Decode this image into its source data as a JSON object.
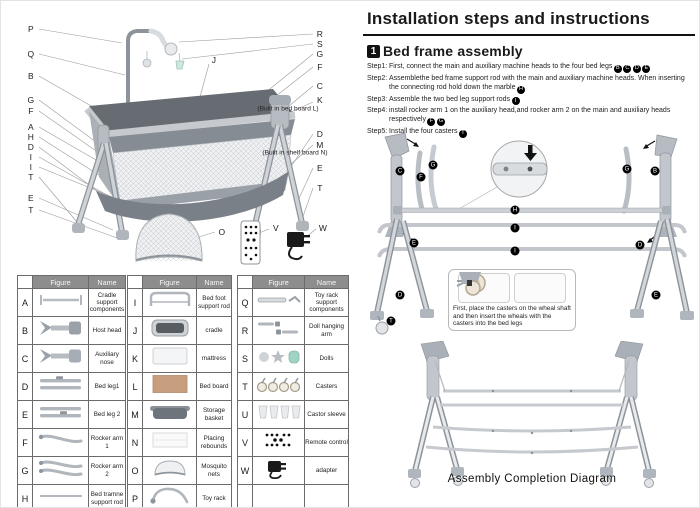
{
  "left_diagram": {
    "labels_left": [
      "P",
      "Q",
      "B",
      "G",
      "F",
      "A",
      "H",
      "D",
      "I",
      "I",
      "T",
      "E",
      "T"
    ],
    "labels_right": [
      "R",
      "S",
      "G",
      "F",
      "C",
      "K",
      "D",
      "M",
      "E",
      "T"
    ],
    "center_label": "J",
    "note_bed_board": "(Built in bed board L)",
    "note_shelf_board": "(Built in shelf board N)",
    "bottom_labels": [
      "O",
      "V",
      "W"
    ]
  },
  "parts_tables": {
    "headers": {
      "figure": "Figure",
      "name": "Name"
    },
    "table1": {
      "rows": [
        {
          "letter": "A",
          "name": "Cradle support components"
        },
        {
          "letter": "B",
          "name": "Host head"
        },
        {
          "letter": "C",
          "name": "Auxiliary nose"
        },
        {
          "letter": "D",
          "name": "Bed leg1"
        },
        {
          "letter": "E",
          "name": "Bed leg 2"
        },
        {
          "letter": "F",
          "name": "Rocker arm 1"
        },
        {
          "letter": "G",
          "name": "Rocker arm 2"
        },
        {
          "letter": "H",
          "name": "Bed tramne support rod"
        }
      ]
    },
    "table2": {
      "rows": [
        {
          "letter": "I",
          "name": "Bed foot support rod"
        },
        {
          "letter": "J",
          "name": "cradle"
        },
        {
          "letter": "K",
          "name": "mattress"
        },
        {
          "letter": "L",
          "name": "Bed board"
        },
        {
          "letter": "M",
          "name": "Storage basket"
        },
        {
          "letter": "N",
          "name": "Placing rebounds"
        },
        {
          "letter": "O",
          "name": "Mosquito nets"
        },
        {
          "letter": "P",
          "name": "Toy rack"
        }
      ]
    },
    "table3": {
      "rows": [
        {
          "letter": "Q",
          "name": "Toy rack support components"
        },
        {
          "letter": "R",
          "name": "Doll hanging arm"
        },
        {
          "letter": "S",
          "name": "Dolls"
        },
        {
          "letter": "T",
          "name": "Casters"
        },
        {
          "letter": "U",
          "name": "Castor sleeve"
        },
        {
          "letter": "V",
          "name": "Remote control"
        },
        {
          "letter": "W",
          "name": "adapter"
        },
        {
          "letter": "",
          "name": ""
        }
      ]
    }
  },
  "instructions": {
    "title": "Installation steps and instructions",
    "section_number": "1",
    "section_title": "Bed frame assembly",
    "steps": [
      {
        "label": "Step1:",
        "text": "First, connect the main and auxiliary machine heads to the four bed legs",
        "badges": [
          "B",
          "C",
          "D",
          "E"
        ]
      },
      {
        "label": "Step2:",
        "text": "Assemblethe bed frame support rod with the main and auxiliary machine heads. When inserting the connecting rod hold down the marble",
        "badges": [
          "H"
        ]
      },
      {
        "label": "Step3:",
        "text": "Assemble the two bed leg support rods",
        "badges": [
          "I"
        ]
      },
      {
        "label": "Step4:",
        "text": "install rocker arm 1 on the auxiliary head,and rocker arm 2 on the main and auxiliary heads respectively",
        "badges": [
          "F",
          "G"
        ]
      },
      {
        "label": "Step5:",
        "text": "Install the four casters",
        "badges": [
          "T"
        ]
      }
    ]
  },
  "assembly_diagram": {
    "badges": {
      "head_left": "C",
      "arm_f": "F",
      "arm_g_left": "G",
      "arm_g_right": "G",
      "head_right": "B",
      "rod_h": "H",
      "rod_i1": "I",
      "rod_i2": "I",
      "leg_e_left": "E",
      "leg_d_right": "D",
      "leg_d_left": "D",
      "leg_e_right": "E",
      "caster": "T"
    },
    "callout_text": "First, place the casters on the wheal shaft and then insert the wheals with the casters into the bed legs"
  },
  "completion": {
    "caption": "Assembly Completion Diagram"
  },
  "colors": {
    "table_header_bg": "#8d8d8d",
    "bed_board_tan": "#c79f7f",
    "doll_teal": "#9fd4c5"
  }
}
